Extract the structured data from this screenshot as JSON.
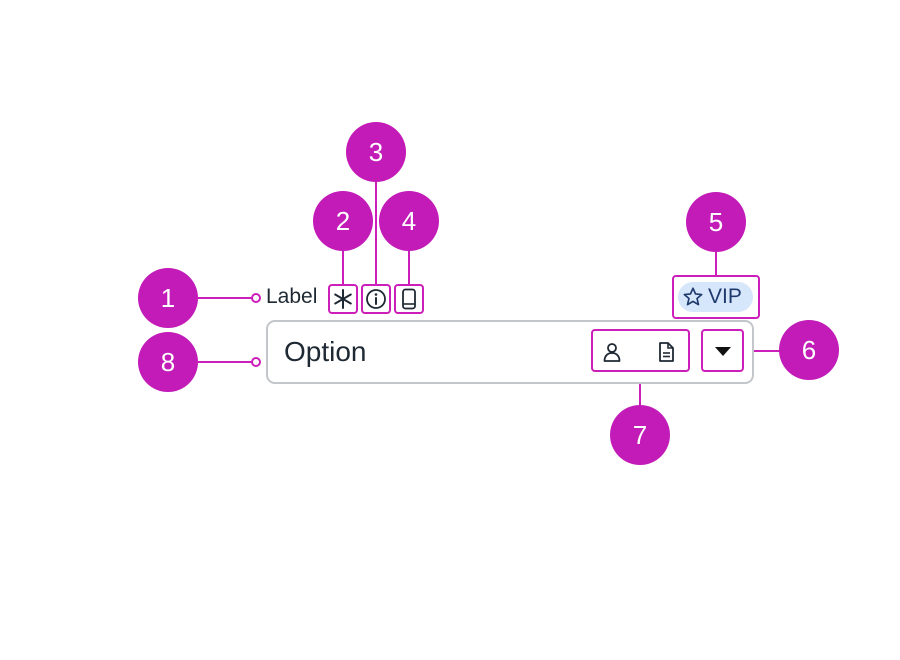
{
  "colors": {
    "callout": "#c21bb8",
    "highlight": "#cc1fb9",
    "chip_bg": "#d6e6fb",
    "chip_text": "#1f3a6d",
    "field_border": "#c3c6cb"
  },
  "callouts": [
    "1",
    "2",
    "3",
    "4",
    "5",
    "6",
    "7",
    "8"
  ],
  "field": {
    "label": "Label",
    "value": "Option",
    "badge": "VIP",
    "icons": {
      "required": "asterisk-icon",
      "info": "info-icon",
      "device": "mobile-phone-icon",
      "badge": "star-icon",
      "actions": [
        "person-icon",
        "document-icon"
      ],
      "dropdown": "caret-down-icon"
    }
  }
}
